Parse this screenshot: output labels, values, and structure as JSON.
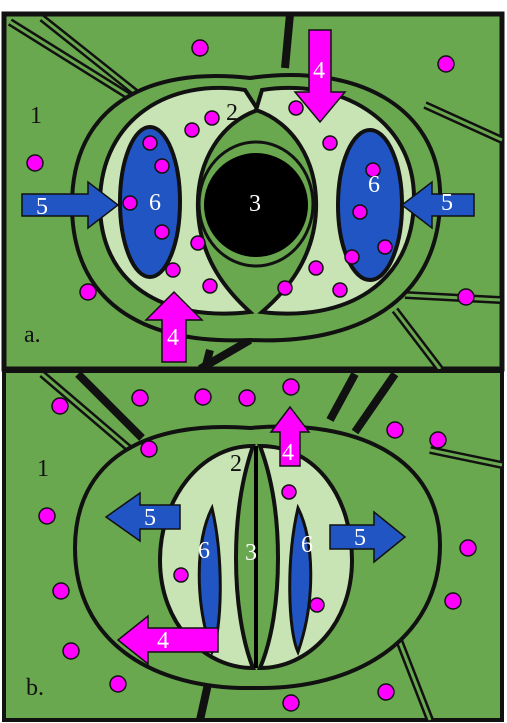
{
  "colors": {
    "background_cell": "#6aa84f",
    "guard_cell": "#c9e4b4",
    "vacuole": "#2255c4",
    "ion": "#ff00ff",
    "pore": "#000000",
    "outline": "#111111"
  },
  "panels": {
    "a": {
      "letter": "a.",
      "labels": {
        "n1": "1",
        "n2": "2",
        "n3": "3",
        "n4_top": "4",
        "n4_bottom": "4",
        "n5_left": "5",
        "n5_right": "5",
        "n6_left": "6",
        "n6_right": "6"
      }
    },
    "b": {
      "letter": "b.",
      "labels": {
        "n1": "1",
        "n2": "2",
        "n3": "3",
        "n4_top": "4",
        "n4_bottom": "4",
        "n5_left": "5",
        "n5_right": "5",
        "n6_left": "6",
        "n6_right": "6"
      }
    }
  },
  "legend_icons": [
    "ion-dot",
    "water-arrow",
    "ion-arrow"
  ]
}
